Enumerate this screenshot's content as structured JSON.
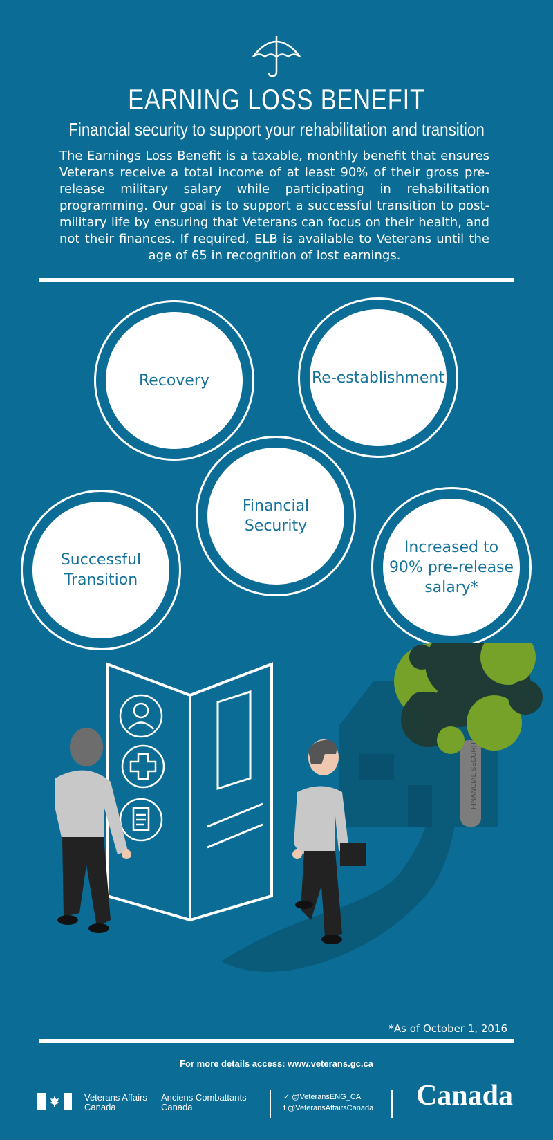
{
  "header": {
    "title": "EARNING LOSS BENEFIT",
    "subtitle": "Financial security to support your rehabilitation and transition",
    "intro": "The Earnings Loss Benefit is a taxable, monthly benefit that ensures Veterans receive a total income of at least 90% of their gross pre-release military salary while participating in rehabilitation programming. Our goal is to support a successful transition to post-military life by ensuring that Veterans can focus on their health, and not their finances. If required, ELB is available to Veterans until the age of 65 in recognition of lost earnings.",
    "icon": "umbrella-icon"
  },
  "circles": {
    "recovery": "Recovery",
    "reestablishment": "Re-establishment",
    "financial_line1": "Financial",
    "financial_line2": "Security",
    "transition_line1": "Successful",
    "transition_line2": "Transition",
    "increased_line1": "Increased to",
    "increased_line2": "90% pre-release",
    "increased_line3": "salary*"
  },
  "illustration": {
    "tree_label": "FINANCIAL SECURITY",
    "door_icons": [
      "person-icon",
      "medical-cross-icon",
      "document-icon"
    ]
  },
  "footnote": "*As of October 1, 2016",
  "footer": {
    "more_details": "For more details access: www.veterans.gc.ca",
    "vac_en_line1": "Veterans Affairs",
    "vac_en_line2": "Canada",
    "vac_fr_line1": "Anciens Combattants",
    "vac_fr_line2": "Canada",
    "twitter": "@VeteransENG_CA",
    "facebook": "@VeteransAffairsCanada",
    "wordmark": "Canada"
  },
  "colors": {
    "background": "#0b6c96",
    "dark_shape": "#0a5a7a",
    "tree_light": "#76a22a",
    "tree_dark": "#1e3b36"
  }
}
